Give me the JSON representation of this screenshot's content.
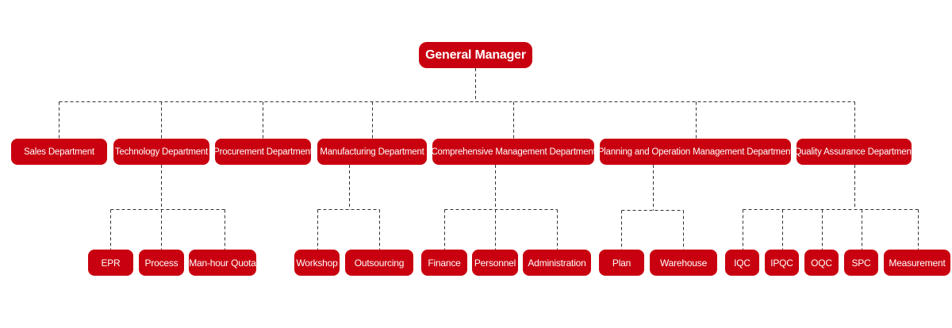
{
  "chart": {
    "root": "General Manager",
    "departments": [
      {
        "name": "Sales Department",
        "children": []
      },
      {
        "name": "Technology Department",
        "children": [
          "EPR",
          "Process",
          "Man-hour Quota"
        ]
      },
      {
        "name": "Procurement Department",
        "children": []
      },
      {
        "name": "Manufacturing Department",
        "children": [
          "Workshop",
          "Outsourcing"
        ]
      },
      {
        "name": "Comprehensive Management Department",
        "children": [
          "Finance",
          "Personnel",
          "Administration"
        ]
      },
      {
        "name": "Planning and Operation Management Department",
        "children": [
          "Plan",
          "Warehouse"
        ]
      },
      {
        "name": "Quality Assurance Department",
        "children": [
          "IQC",
          "IPQC",
          "OQC",
          "SPC",
          "Measurement"
        ]
      }
    ]
  },
  "colors": {
    "node_fill": "#c8000f",
    "node_text": "#ffffff",
    "connector": "#333333"
  }
}
